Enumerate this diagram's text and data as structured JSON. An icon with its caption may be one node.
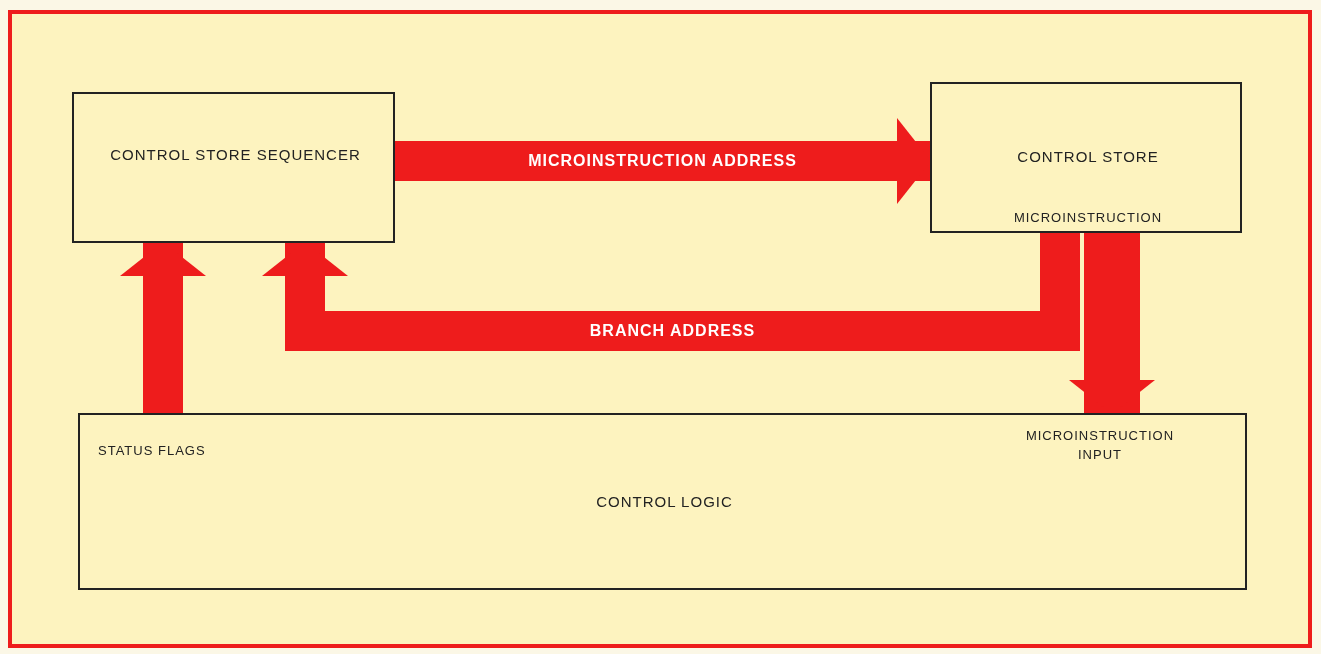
{
  "diagram": {
    "nodes": [
      {
        "text": [
          "CONTROL STORE SEQUENCER"
        ]
      },
      {
        "text": [
          "CONTROL STORE",
          "MICROINSTRUCTION"
        ]
      },
      {
        "text": [
          "CONTROL LOGIC",
          "STATUS FLAGS",
          "MICROINSTRUCTION INPUT"
        ]
      }
    ],
    "edges": [
      {
        "from": 0,
        "to": 1,
        "arrow": "to",
        "label": "MICROINSTRUCTION ADDRESS"
      },
      {
        "from": 1,
        "to": 0,
        "arrow": "to",
        "label": "BRANCH ADDRESS"
      },
      {
        "from": 1,
        "to": 2,
        "arrow": "to"
      },
      {
        "from": 2,
        "to": 0,
        "arrow": "to"
      }
    ]
  }
}
